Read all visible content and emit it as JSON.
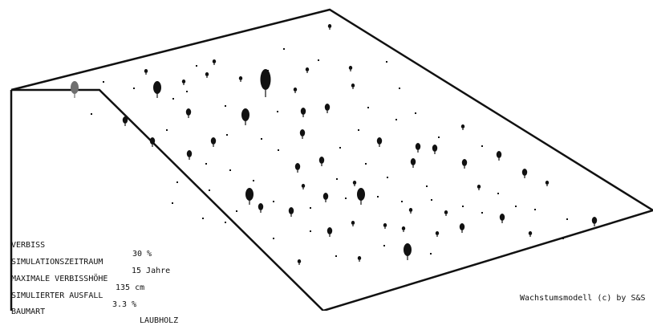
{
  "parameters": [
    {
      "label": "VERBISS",
      "value": "30 %"
    },
    {
      "label": "SIMULATIONSZEITRAUM",
      "value": "15 Jahre"
    },
    {
      "label": "MAXIMALE VERBISSHÖHE",
      "value": "135 cm"
    },
    {
      "label": "SIMULIERTER AUSFALL",
      "value": "3.3 %"
    },
    {
      "label": "BAUMART",
      "value": "LAUBHOLZ"
    }
  ],
  "credit": "Wachstumsmodell (c) by S&S",
  "colors": {
    "ink": "#111111",
    "background": "#ffffff",
    "gray_tree": "#6f6f6f"
  }
}
